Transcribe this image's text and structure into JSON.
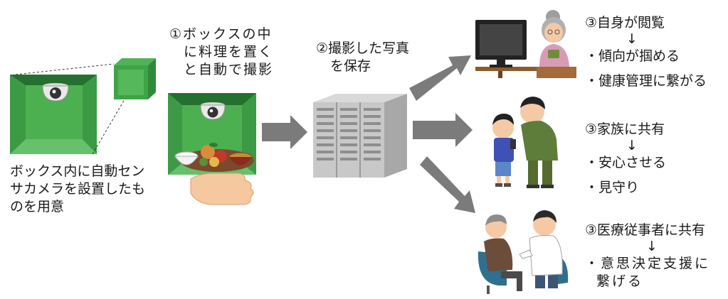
{
  "step0": {
    "lines": [
      "ボックス内に自動セン",
      "サカメラを設置したも",
      "のを用意"
    ]
  },
  "step1": {
    "lines": [
      "①ボックスの中",
      "に料理を置く",
      "と自動で撮影"
    ]
  },
  "step2": {
    "lines": [
      "②撮影した写真",
      "を保存"
    ]
  },
  "outcome_self": {
    "title": "③自身が閲覧",
    "arrow": "↓",
    "items": [
      "・傾向が掴める",
      "・健康管理に繋がる"
    ]
  },
  "outcome_family": {
    "title": "③家族に共有",
    "arrow": "↓",
    "items": [
      "・安心させる",
      "・見守り"
    ]
  },
  "outcome_medical": {
    "title": "③医療従事者に共有",
    "arrow": "↓",
    "items": [
      "・意思決定支援に",
      "繋げる"
    ]
  },
  "colors": {
    "box_dark": "#2f8a3b",
    "box_mid": "#49a84f",
    "box_light": "#63bd6a",
    "arrow_gray": "#7b7b7b",
    "server_gray": "#bfbfbf",
    "text": "#1a1a1a"
  }
}
